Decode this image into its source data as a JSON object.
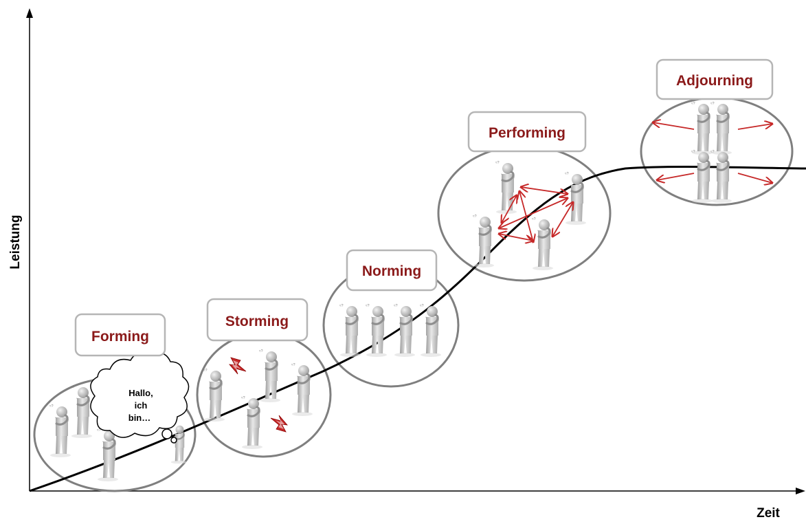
{
  "axes": {
    "y_label": "Leistung",
    "x_label": "Zeit"
  },
  "stages": [
    {
      "name": "Forming"
    },
    {
      "name": "Storming"
    },
    {
      "name": "Norming"
    },
    {
      "name": "Performing"
    },
    {
      "name": "Adjourning"
    }
  ],
  "speech_bubble": {
    "lines": [
      "Hallo,",
      "ich",
      "bin…"
    ]
  },
  "colors": {
    "label_text": "#8b1a1a",
    "label_border": "#b5b5b5",
    "circle_stroke": "#7f7f7f",
    "curve": "#000000",
    "accent_red": "#c62828",
    "figure_body": "#c9c9c9"
  },
  "icons": {
    "figure": "thinking-person-icon",
    "conflict": "lightning-icon",
    "interaction": "double-arrow-icon"
  }
}
